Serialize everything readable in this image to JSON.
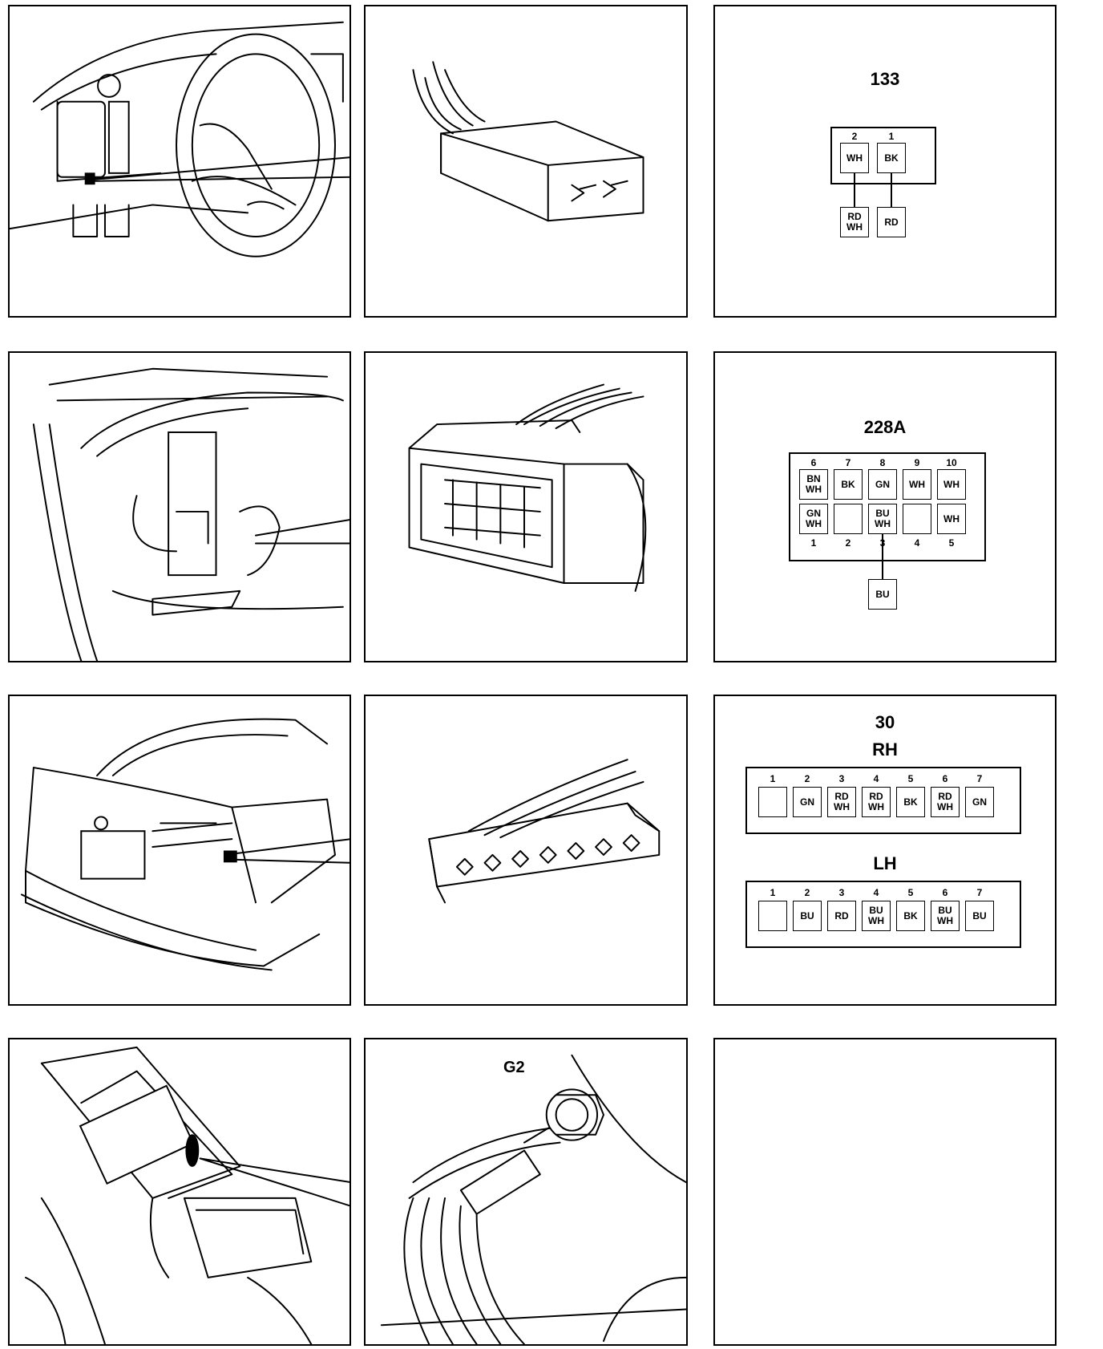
{
  "connectors": {
    "c133": {
      "title": "133",
      "pins_top": [
        {
          "num": "2",
          "colors": [
            "WH"
          ]
        },
        {
          "num": "1",
          "colors": [
            "BK"
          ]
        }
      ],
      "wires": [
        {
          "colors": [
            "RD",
            "WH"
          ]
        },
        {
          "colors": [
            "RD"
          ]
        }
      ]
    },
    "c228a": {
      "title": "228A",
      "top_nums": [
        "6",
        "7",
        "8",
        "9",
        "10"
      ],
      "top_row": [
        [
          "BN",
          "WH"
        ],
        [
          "BK"
        ],
        [
          "GN"
        ],
        [
          "WH"
        ],
        [
          "WH"
        ]
      ],
      "bottom_row": [
        [
          "GN",
          "WH"
        ],
        [],
        [
          "BU",
          "WH"
        ],
        [],
        [
          "WH"
        ]
      ],
      "bottom_nums": [
        "1",
        "2",
        "3",
        "4",
        "5"
      ],
      "wire": [
        "BU"
      ]
    },
    "c30": {
      "title": "30",
      "rh": {
        "label": "RH",
        "nums": [
          "1",
          "2",
          "3",
          "4",
          "5",
          "6",
          "7"
        ],
        "pins": [
          [],
          [
            "GN"
          ],
          [
            "RD",
            "WH"
          ],
          [
            "RD",
            "WH"
          ],
          [
            "BK"
          ],
          [
            "RD",
            "WH"
          ],
          [
            "GN"
          ]
        ]
      },
      "lh": {
        "label": "LH",
        "nums": [
          "1",
          "2",
          "3",
          "4",
          "5",
          "6",
          "7"
        ],
        "pins": [
          [],
          [
            "BU"
          ],
          [
            "RD"
          ],
          [
            "BU",
            "WH"
          ],
          [
            "BK"
          ],
          [
            "BU",
            "WH"
          ],
          [
            "BU"
          ]
        ]
      }
    }
  },
  "ground": {
    "label": "G2"
  }
}
